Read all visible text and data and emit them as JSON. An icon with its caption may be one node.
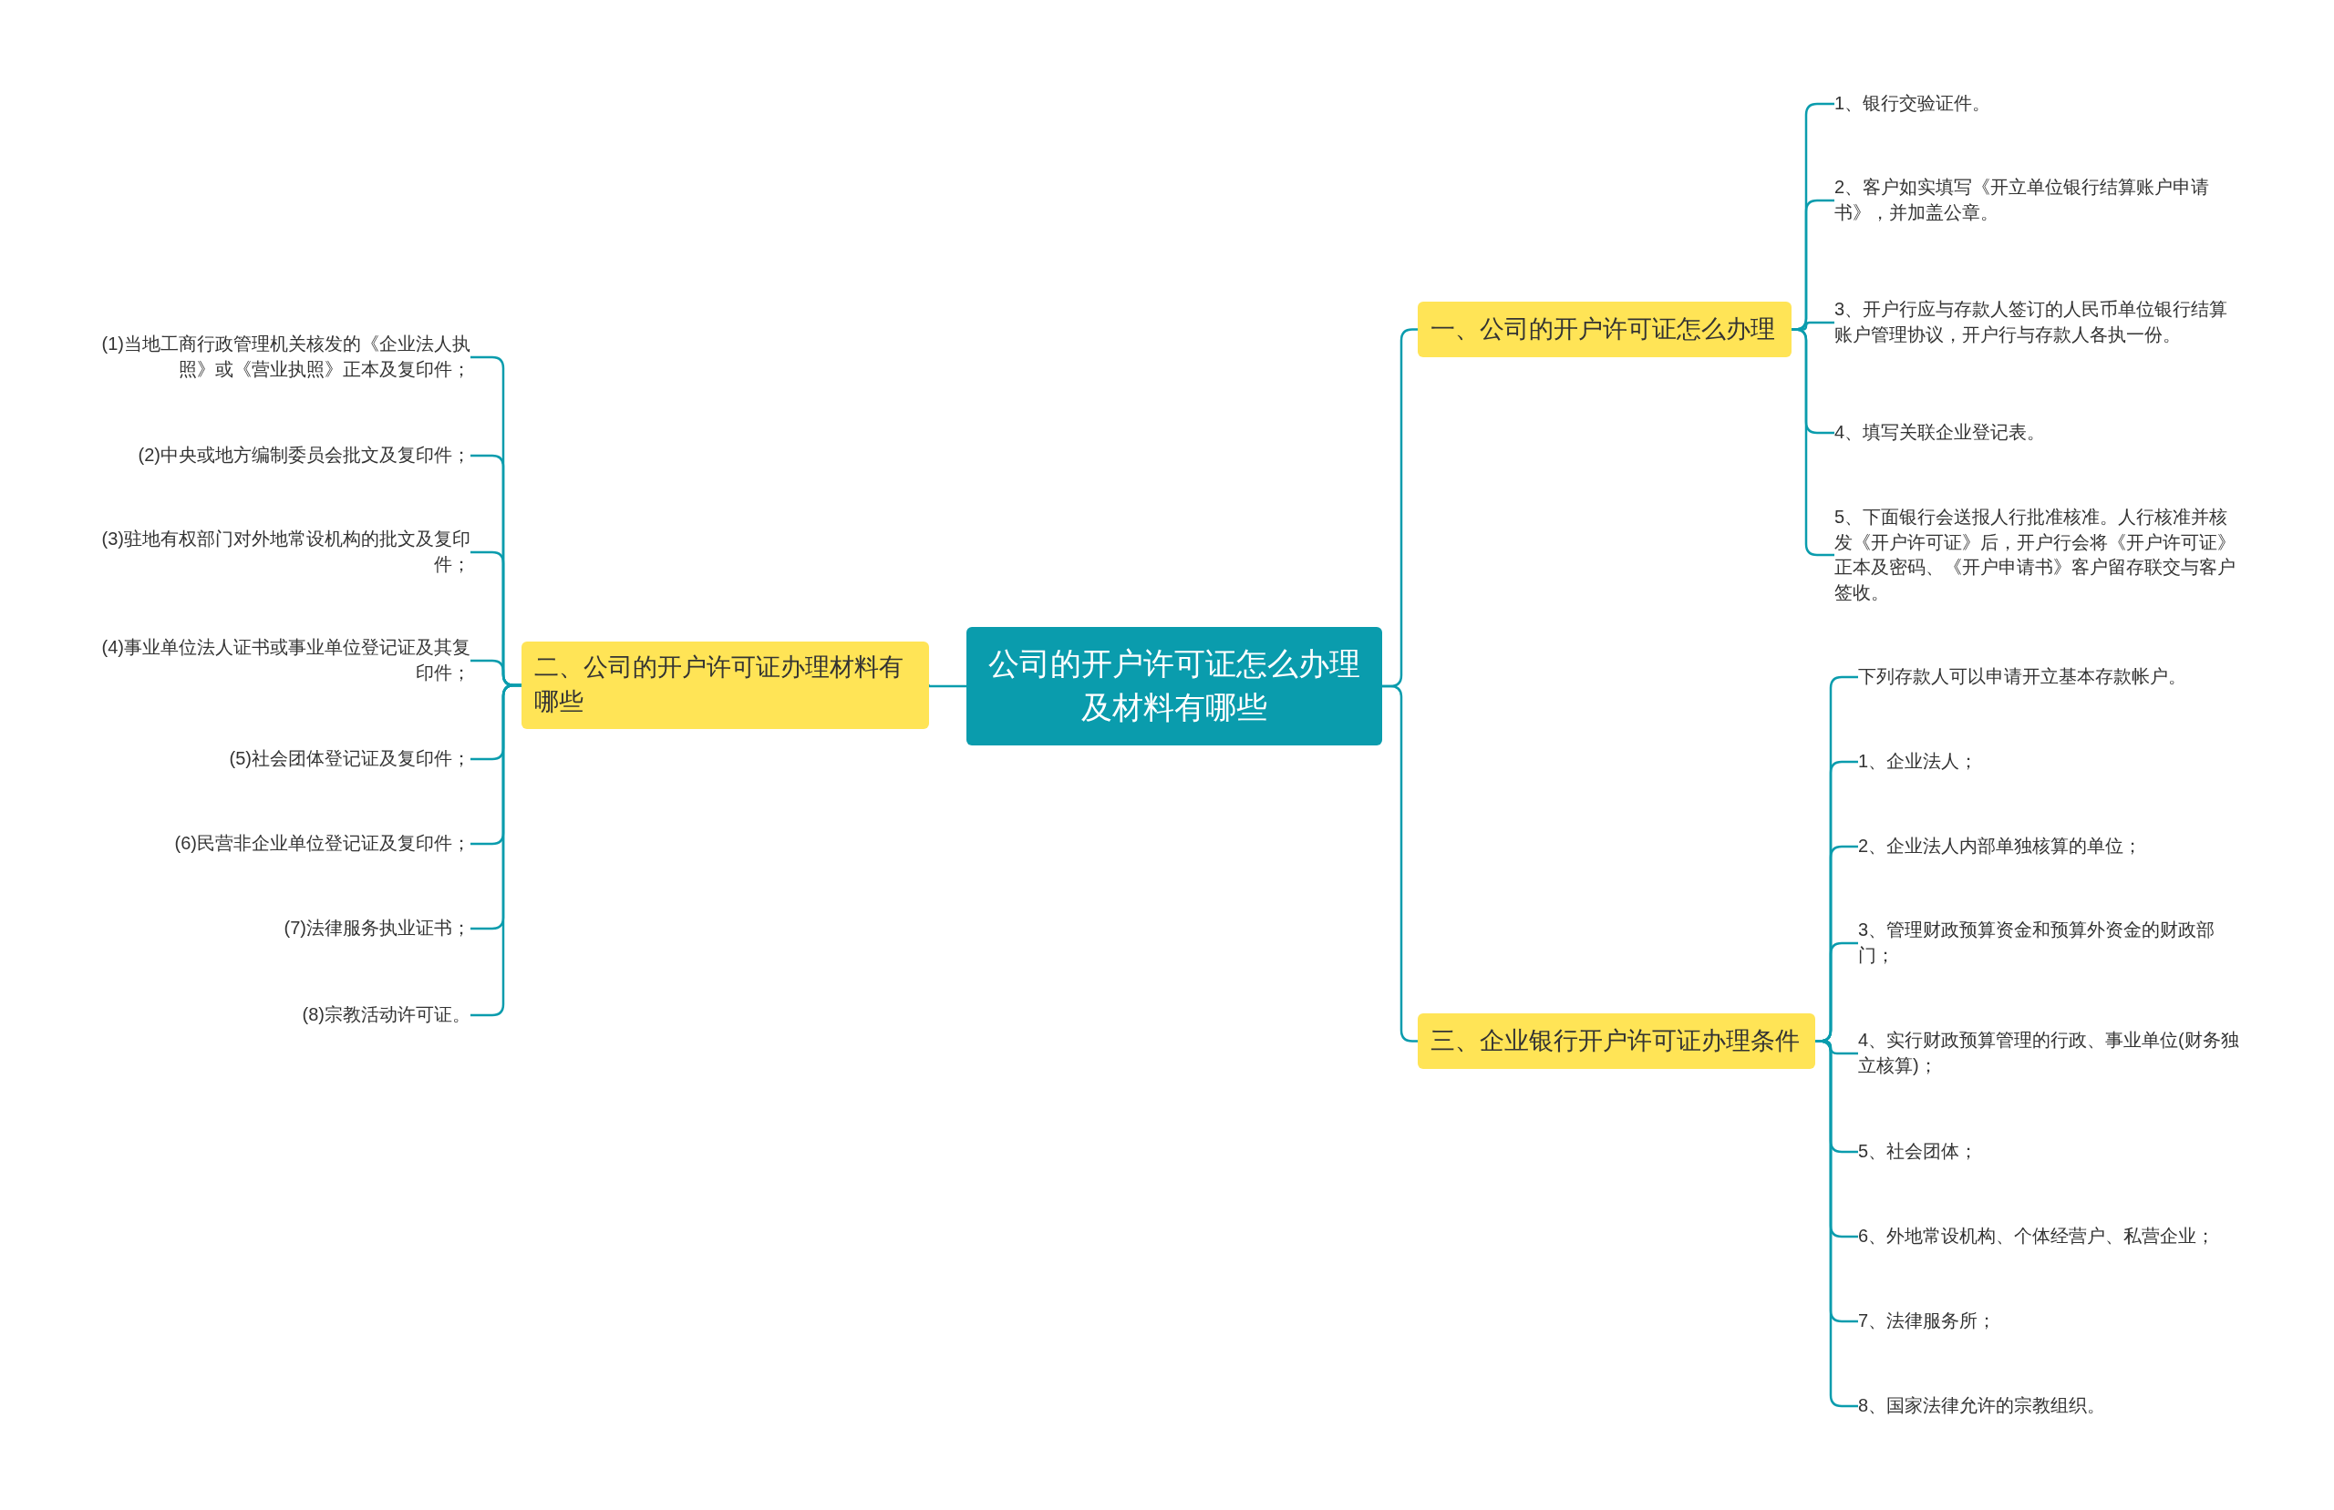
{
  "diagram": {
    "nodes": [
      {
        "text": [
          "公司的开户许可证怎么办理及材料有哪些"
        ]
      },
      {
        "text": [
          "一、公司的开户许可证怎么办理"
        ]
      },
      {
        "text": [
          "1、银行交验证件。"
        ]
      },
      {
        "text": [
          "2、客户如实填写《开立单位银行结算账户申请书》，并加盖公章。"
        ]
      },
      {
        "text": [
          "3、开户行应与存款人签订的人民币单位银行结算账户管理协议，开户行与存款人各执一份。"
        ]
      },
      {
        "text": [
          "4、填写关联企业登记表。"
        ]
      },
      {
        "text": [
          "5、下面银行会送报人行批准核准。人行核准并核发《开户许可证》后，开户行会将《开户许可证》正本及密码、《开户申请书》客户留存联交与客户签收。"
        ]
      },
      {
        "text": [
          "二、公司的开户许可证办理材料有哪些"
        ]
      },
      {
        "text": [
          "(1)当地工商行政管理机关核发的《企业法人执照》或《营业执照》正本及复印件；"
        ]
      },
      {
        "text": [
          "(2)中央或地方编制委员会批文及复印件；"
        ]
      },
      {
        "text": [
          "(3)驻地有权部门对外地常设机构的批文及复印件；"
        ]
      },
      {
        "text": [
          "(4)事业单位法人证书或事业单位登记证及其复印件；"
        ]
      },
      {
        "text": [
          "(5)社会团体登记证及复印件；"
        ]
      },
      {
        "text": [
          "(6)民营非企业单位登记证及复印件；"
        ]
      },
      {
        "text": [
          "(7)法律服务执业证书；"
        ]
      },
      {
        "text": [
          "(8)宗教活动许可证。"
        ]
      },
      {
        "text": [
          "三、企业银行开户许可证办理条件"
        ]
      },
      {
        "text": [
          "下列存款人可以申请开立基本存款帐户。"
        ]
      },
      {
        "text": [
          "1、企业法人；"
        ]
      },
      {
        "text": [
          "2、企业法人内部单独核算的单位；"
        ]
      },
      {
        "text": [
          "3、管理财政预算资金和预算外资金的财政部门；"
        ]
      },
      {
        "text": [
          "4、实行财政预算管理的行政、事业单位(财务独立核算)；"
        ]
      },
      {
        "text": [
          "5、社会团体；"
        ]
      },
      {
        "text": [
          "6、外地常设机构、个体经营户、私营企业；"
        ]
      },
      {
        "text": [
          "7、法律服务所；"
        ]
      },
      {
        "text": [
          "8、国家法律允许的宗教组织。"
        ]
      }
    ],
    "edges": [
      {
        "from": 0,
        "to": 1,
        "arrow": "none"
      },
      {
        "from": 1,
        "to": 2,
        "arrow": "none"
      },
      {
        "from": 1,
        "to": 3,
        "arrow": "none"
      },
      {
        "from": 1,
        "to": 4,
        "arrow": "none"
      },
      {
        "from": 1,
        "to": 5,
        "arrow": "none"
      },
      {
        "from": 1,
        "to": 6,
        "arrow": "none"
      },
      {
        "from": 0,
        "to": 7,
        "arrow": "none"
      },
      {
        "from": 7,
        "to": 8,
        "arrow": "none"
      },
      {
        "from": 7,
        "to": 9,
        "arrow": "none"
      },
      {
        "from": 7,
        "to": 10,
        "arrow": "none"
      },
      {
        "from": 7,
        "to": 11,
        "arrow": "none"
      },
      {
        "from": 7,
        "to": 12,
        "arrow": "none"
      },
      {
        "from": 7,
        "to": 13,
        "arrow": "none"
      },
      {
        "from": 7,
        "to": 14,
        "arrow": "none"
      },
      {
        "from": 7,
        "to": 15,
        "arrow": "none"
      },
      {
        "from": 0,
        "to": 16,
        "arrow": "none"
      },
      {
        "from": 16,
        "to": 17,
        "arrow": "none"
      },
      {
        "from": 16,
        "to": 18,
        "arrow": "none"
      },
      {
        "from": 16,
        "to": 19,
        "arrow": "none"
      },
      {
        "from": 16,
        "to": 20,
        "arrow": "none"
      },
      {
        "from": 16,
        "to": 21,
        "arrow": "none"
      },
      {
        "from": 16,
        "to": 22,
        "arrow": "none"
      },
      {
        "from": 16,
        "to": 23,
        "arrow": "none"
      },
      {
        "from": 16,
        "to": 24,
        "arrow": "none"
      },
      {
        "from": 16,
        "to": 25,
        "arrow": "none"
      }
    ]
  }
}
